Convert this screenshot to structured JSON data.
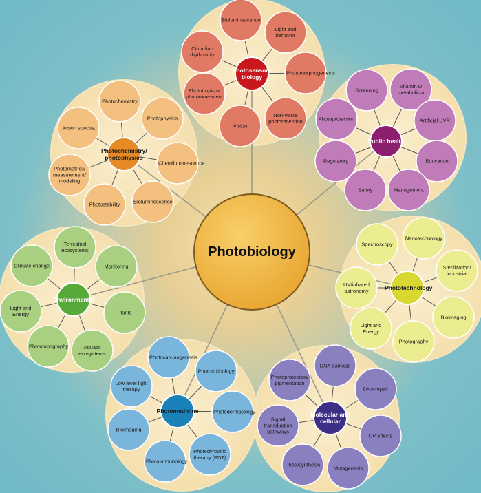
{
  "center": {
    "label": "Photobiology",
    "color": "#f0b03a"
  },
  "clusters": [
    {
      "key": "photosensory",
      "hub": "Photosensory biology",
      "hub_color": "#c8181e",
      "node_color": "#e07a65",
      "lightText": true,
      "items": [
        "Bioluminescence",
        "Light and behavior",
        "Photomorphogenesis",
        "Non-visual photoreception",
        "Vision",
        "Phototropism/ photomovement",
        "Circadian rhythmicity"
      ]
    },
    {
      "key": "public-health",
      "hub": "Public health",
      "hub_color": "#8b1f6e",
      "node_color": "#c07cb8",
      "lightText": true,
      "items": [
        "Screening",
        "Vitamin D metabolism",
        "Artificial UVR",
        "Education",
        "Management",
        "Safety",
        "Regulatory",
        "Photoprotection"
      ]
    },
    {
      "key": "phototechnology",
      "hub": "Phototechnology",
      "hub_color": "#d8d830",
      "node_color": "#ecec90",
      "lightText": false,
      "items": [
        "Spectroscopy",
        "Nanotechnology",
        "Sterilization/ industrial",
        "Bioimaging",
        "Photography",
        "Light and Energy",
        "UV/infrared astronomy"
      ]
    },
    {
      "key": "molecular",
      "hub": "Molecular and cellular",
      "hub_color": "#3d2f86",
      "node_color": "#8a80c0",
      "lightText": true,
      "items": [
        "DNA damage",
        "DNA repair",
        "UV effects",
        "Mutagenesis",
        "Photosynthesis",
        "Signal transduction pathways",
        "Photoprotection/ pigmentation"
      ]
    },
    {
      "key": "photomedicine",
      "hub": "Photomedicine",
      "hub_color": "#1a82b8",
      "node_color": "#7ab5db",
      "lightText": false,
      "items": [
        "Photocarcinogenesis",
        "Phototoxicology",
        "Photodermatology",
        "Photodynamic therapy (PDT)",
        "Photoimmunology",
        "Bioimaging",
        "Low level light therapy"
      ]
    },
    {
      "key": "environmental",
      "hub": "Environmental",
      "hub_color": "#58aa38",
      "node_color": "#a8d080",
      "lightText": true,
      "items": [
        "Terrestrial ecosystems",
        "Monitoring",
        "Plants",
        "Aquatic ecosystems",
        "Phototopography",
        "Light and Energy",
        "Climate change"
      ]
    },
    {
      "key": "photochemistry",
      "hub": "Photochemistry/ photophysics",
      "hub_color": "#e58a25",
      "node_color": "#f4c080",
      "lightText": false,
      "items": [
        "Photochemistry",
        "Photophysics",
        "Chemiluminescence",
        "Bioluminescence",
        "Photostability",
        "Photometrics/ measurement/ modeling",
        "Action spectra"
      ]
    }
  ]
}
